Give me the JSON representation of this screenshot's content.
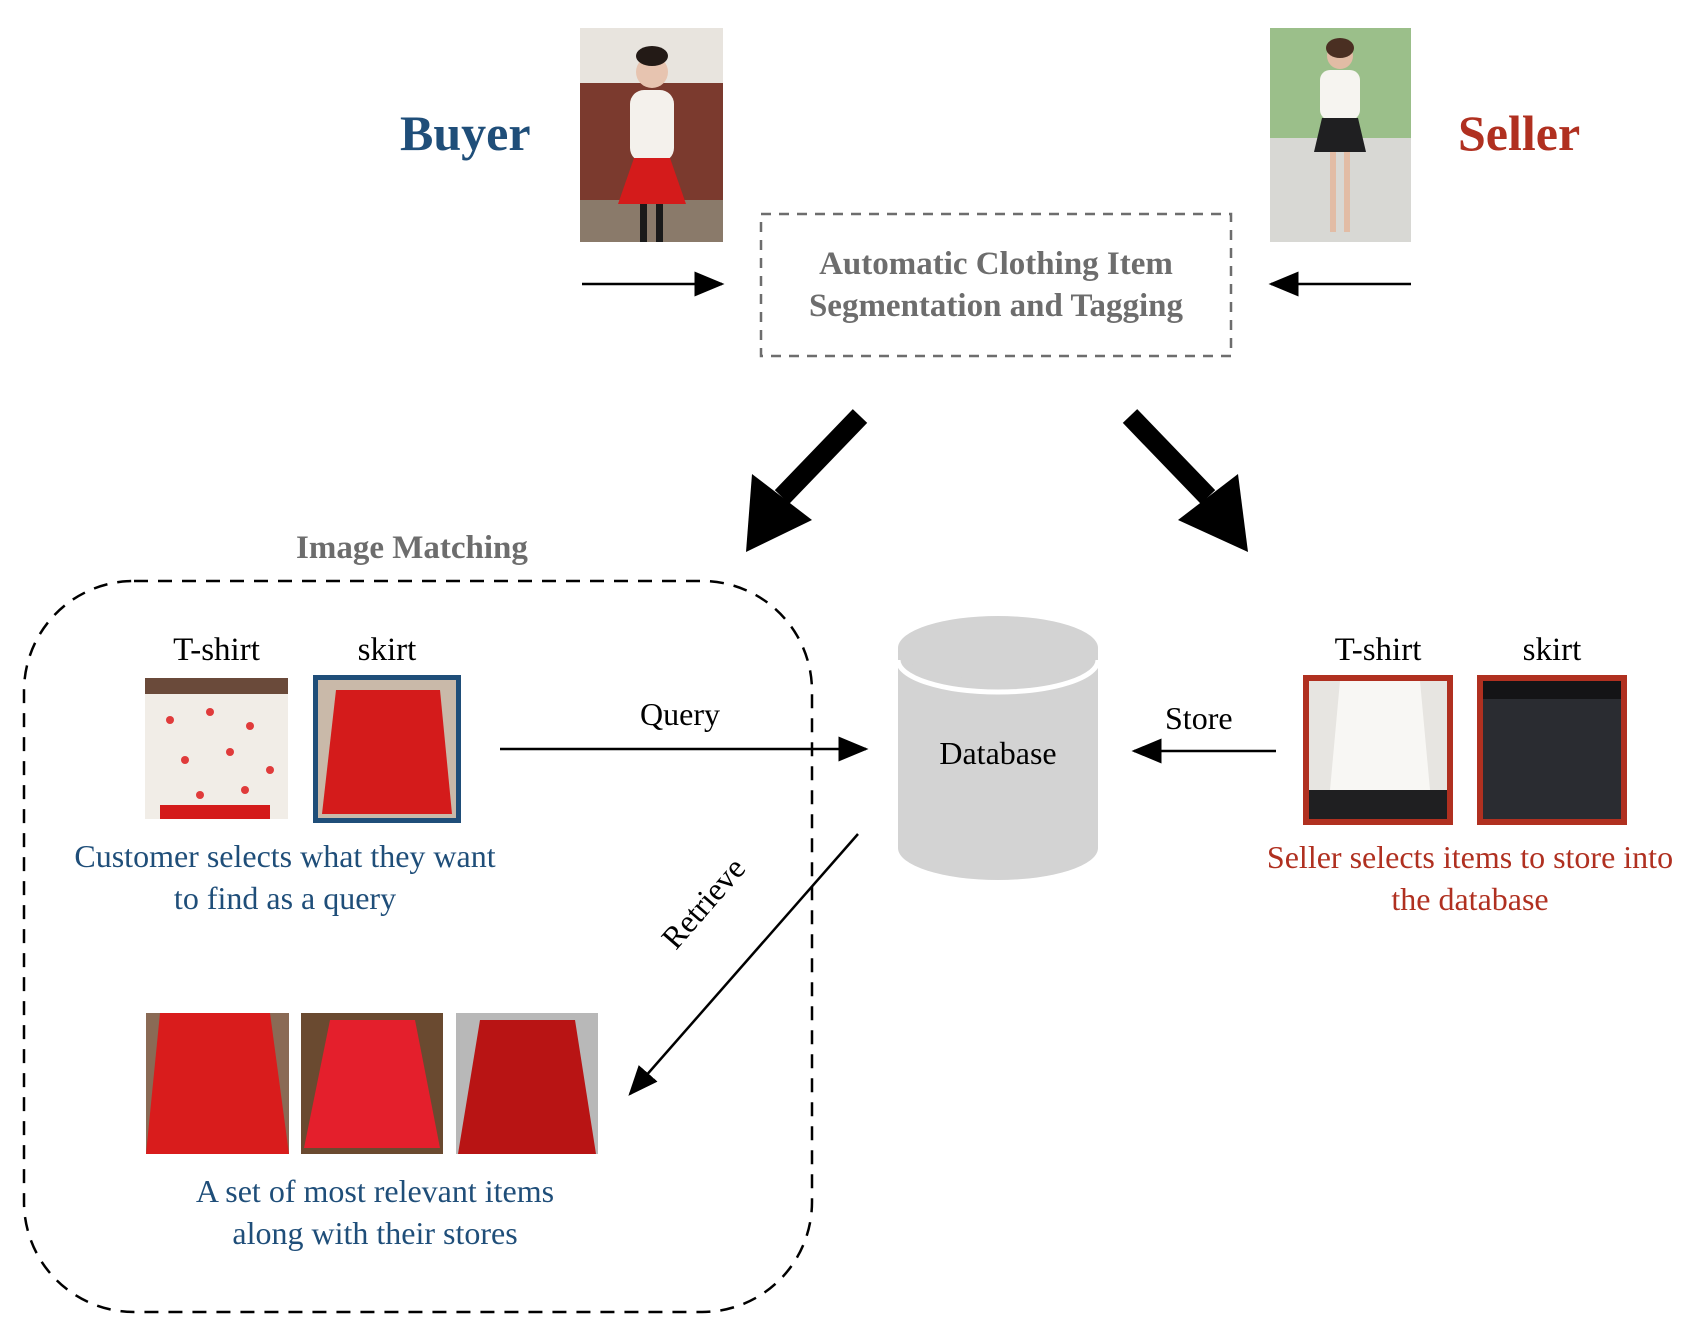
{
  "roles": {
    "buyer": "Buyer",
    "seller": "Seller"
  },
  "process_box": {
    "line1": "Automatic Clothing Item",
    "line2": "Segmentation and Tagging"
  },
  "matching": {
    "title": "Image Matching"
  },
  "buyer_items": {
    "tshirt_label": "T-shirt",
    "skirt_label": "skirt",
    "caption_line1": "Customer selects what they want",
    "caption_line2": "to find as a query"
  },
  "results": {
    "caption_line1": "A set of most relevant items",
    "caption_line2": "along with their stores"
  },
  "database": {
    "label": "Database"
  },
  "edges": {
    "query": "Query",
    "store": "Store",
    "retrieve": "Retrieve"
  },
  "seller_items": {
    "tshirt_label": "T-shirt",
    "skirt_label": "skirt",
    "caption_line1": "Seller selects items to store into",
    "caption_line2": "the database"
  },
  "colors": {
    "buyer": "#1f4e79",
    "seller": "#b03020",
    "db_fill": "#d3d3d3",
    "skirt_red": "#d41b1b"
  },
  "icons": {
    "buyer_photo": "woman-red-skirt-photo",
    "seller_photo": "woman-black-skirt-photo"
  }
}
